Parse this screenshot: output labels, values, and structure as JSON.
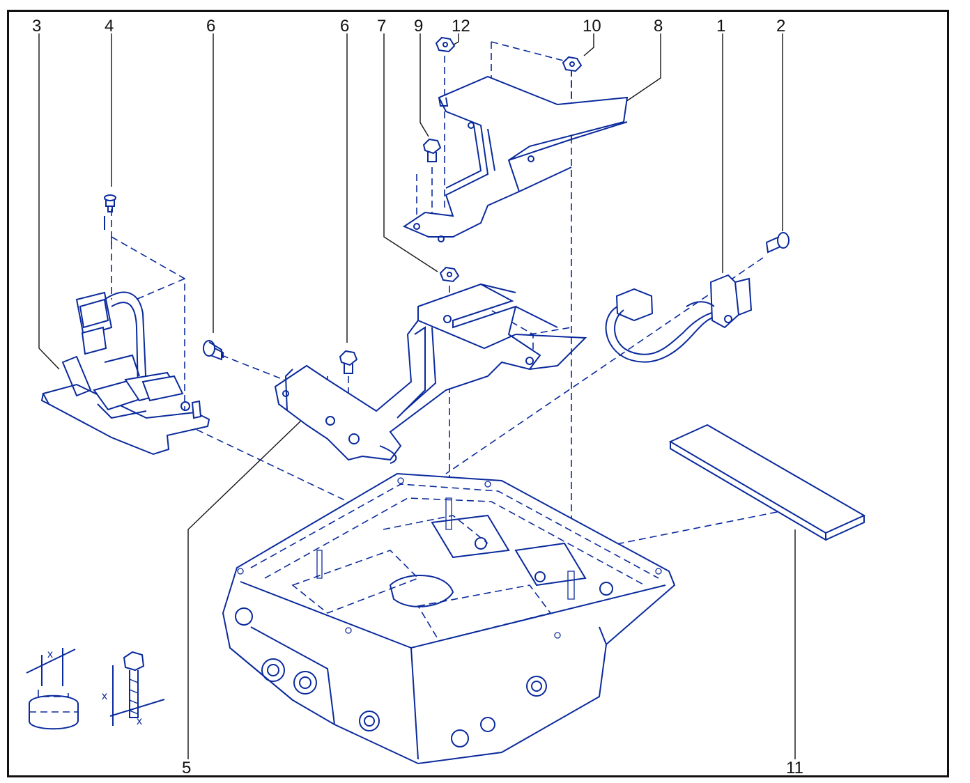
{
  "callouts": [
    "3",
    "4",
    "6",
    "6",
    "7",
    "9",
    "12",
    "10",
    "8",
    "1",
    "2",
    "5",
    "11"
  ],
  "torque_marks": [
    "x",
    "x",
    "x"
  ],
  "colors": {
    "linework": "#0a2a9c",
    "frame": "#111111",
    "background": "#ffffff"
  }
}
